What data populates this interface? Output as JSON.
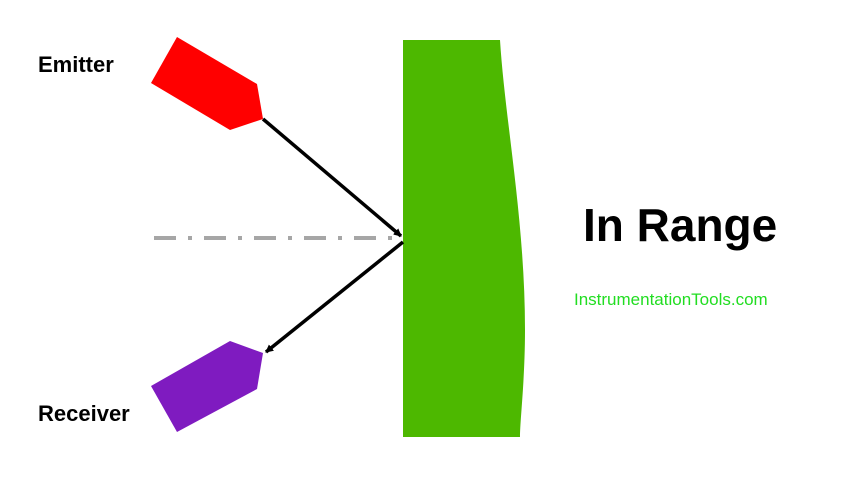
{
  "labels": {
    "emitter": "Emitter",
    "receiver": "Receiver"
  },
  "status": "In Range",
  "watermark": "InstrumentationTools.com",
  "colors": {
    "emitter": "#ff0000",
    "receiver": "#7f1bc0",
    "target": "#4db800",
    "axis": "#a6a6a6",
    "watermark": "#22dd22"
  }
}
